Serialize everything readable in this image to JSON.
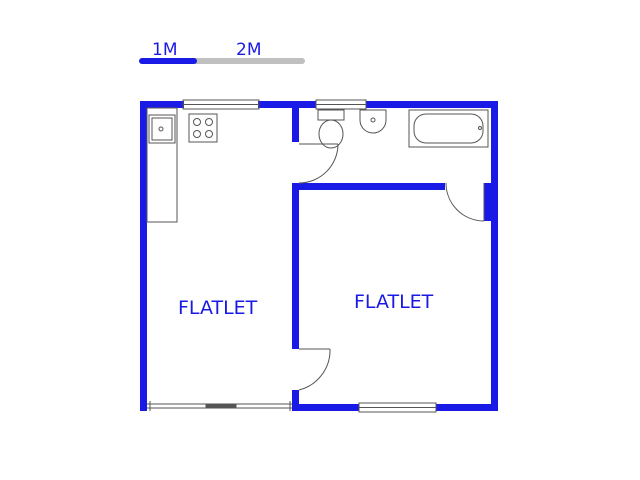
{
  "scale_bar": {
    "label_1": "1M",
    "label_2": "2M"
  },
  "rooms": [
    {
      "label": "FLATLET"
    },
    {
      "label": "FLATLET"
    }
  ],
  "colors": {
    "wall": "#1a1ae6",
    "label": "#1a1ae6",
    "scale_gray": "#c0c0c0",
    "fixture_line": "#555555"
  }
}
